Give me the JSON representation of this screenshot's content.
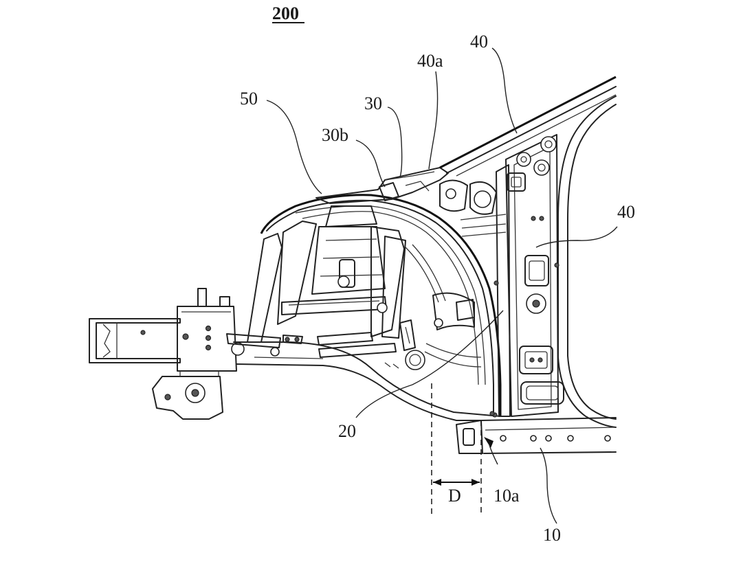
{
  "figure": {
    "number": "200"
  },
  "labels": {
    "l50": "50",
    "l30": "30",
    "l30b": "30b",
    "l40a": "40a",
    "l40_top": "40",
    "l40_right": "40",
    "l20": "20",
    "lD": "D",
    "l10a": "10a",
    "l10": "10"
  }
}
